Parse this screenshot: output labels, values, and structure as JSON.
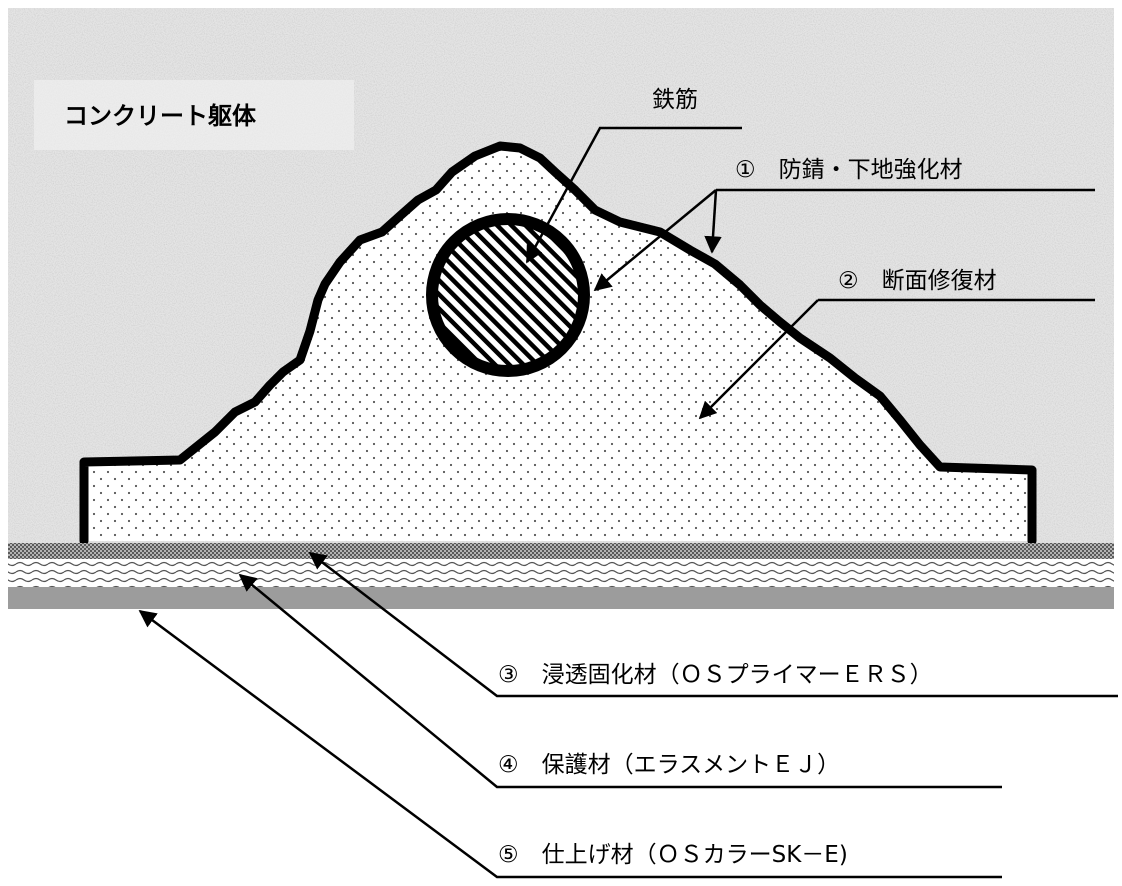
{
  "labels": {
    "concrete": "コンクリート躯体",
    "rebar": "鉄筋",
    "layer1": "①　防錆・下地強化材",
    "layer2": "②　断面修復材",
    "layer3": "③　浸透固化材（ＯＳプライマーＥＲＳ）",
    "layer4": "④　保護材（エラスメントＥＪ）",
    "layer5": "⑤　仕上げ材（ＯＳカラーSK－E)"
  },
  "colors": {
    "concrete": "#e4e4e4",
    "repair_fill": "#ffffff",
    "outline": "#000000",
    "layer3_band": "#9a9a9a",
    "layer4_band": "#ffffff",
    "layer5_band": "#9c9c9c"
  }
}
